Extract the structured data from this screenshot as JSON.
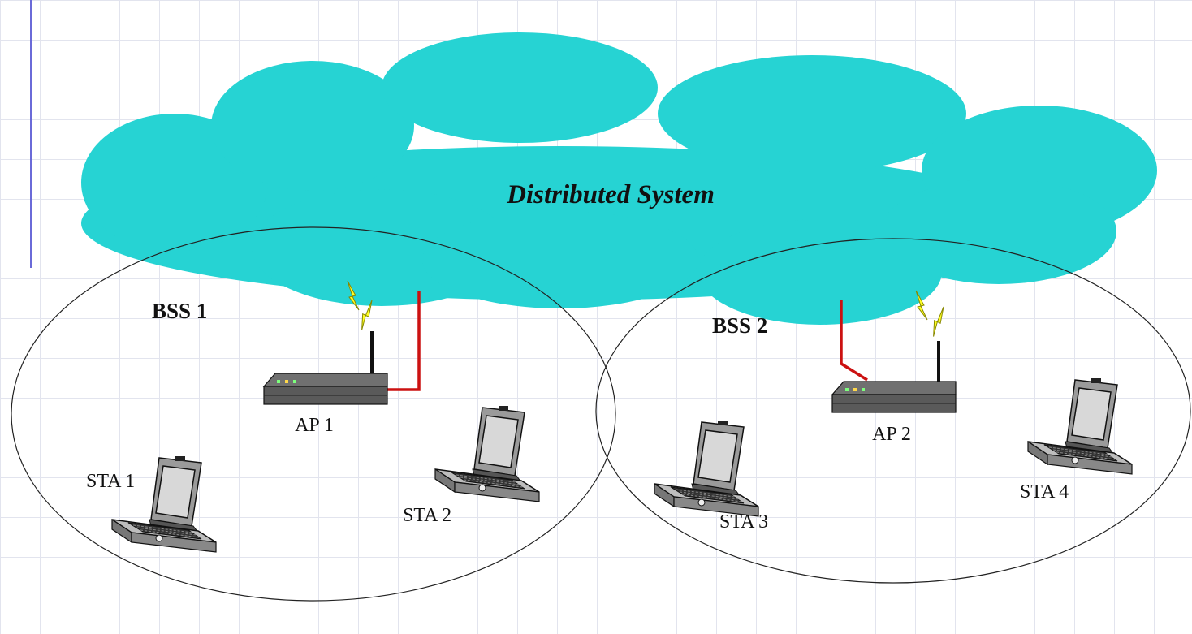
{
  "cloud": {
    "label": "Distributed System",
    "color": "#26d3d3"
  },
  "bss": [
    {
      "label": "BSS 1"
    },
    {
      "label": "BSS 2"
    }
  ],
  "access_points": [
    {
      "label": "AP 1"
    },
    {
      "label": "AP 2"
    }
  ],
  "stations": [
    {
      "label": "STA 1"
    },
    {
      "label": "STA 2"
    },
    {
      "label": "STA 3"
    },
    {
      "label": "STA 4"
    }
  ],
  "colors": {
    "wired_link": "#cc1111",
    "wireless_signal": "#ffff22",
    "accent_bar": "#6a6ad8"
  }
}
